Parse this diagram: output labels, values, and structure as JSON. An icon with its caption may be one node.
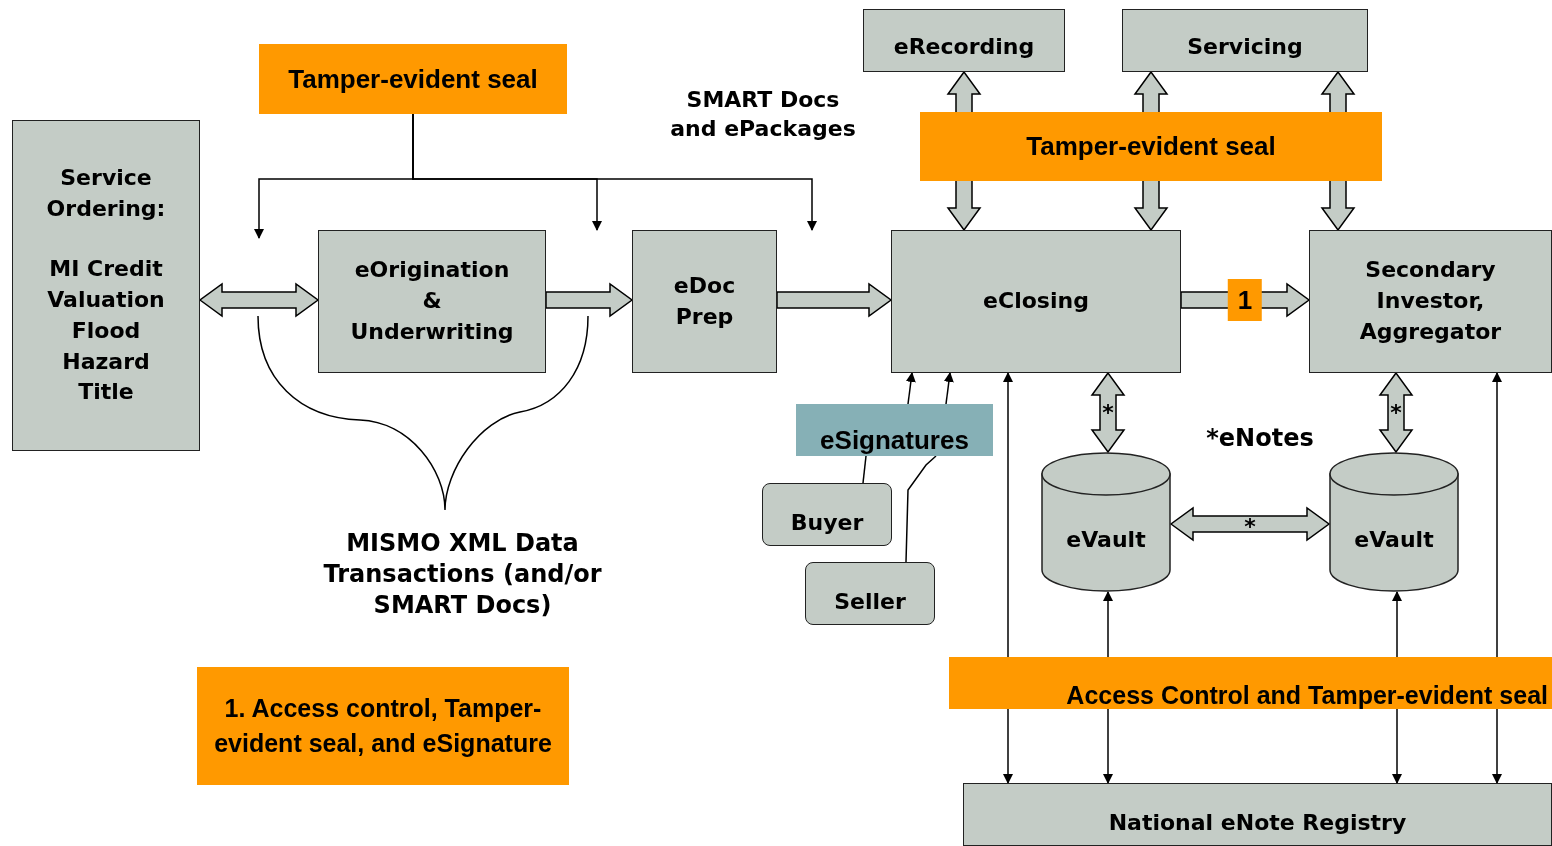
{
  "diagram": {
    "nodes": [
      {
        "text": [
          "Service Ordering:",
          "MI Credit Valuation Flood Hazard Title"
        ]
      },
      {
        "text": [
          "Tamper-evident seal"
        ]
      },
      {
        "text": [
          "eOrigination & Underwriting"
        ]
      },
      {
        "text": [
          "eDoc Prep"
        ]
      },
      {
        "text": [
          "eRecording"
        ]
      },
      {
        "text": [
          "Servicing"
        ]
      },
      {
        "text": [
          "Tamper-evident seal"
        ]
      },
      {
        "text": [
          "eClosing"
        ]
      },
      {
        "text": [
          "Secondary Investor, Aggregator"
        ]
      },
      {
        "text": [
          "eSignatures"
        ]
      },
      {
        "text": [
          "Buyer"
        ]
      },
      {
        "text": [
          "Seller"
        ]
      },
      {
        "text": [
          "eVault"
        ]
      },
      {
        "text": [
          "eVault"
        ]
      },
      {
        "text": [
          "1. Access control, Tamper-evident seal, and eSignature"
        ]
      },
      {
        "text": [
          "Access Control and Tamper-evident seal"
        ]
      },
      {
        "text": [
          "National eNote Registry"
        ]
      }
    ],
    "edges": [
      {
        "from": 0,
        "to": 2,
        "arrow": "both",
        "style": "thick"
      },
      {
        "from": 2,
        "to": 3,
        "arrow": "to",
        "style": "thick"
      },
      {
        "from": 3,
        "to": 7,
        "arrow": "to",
        "style": "thick"
      },
      {
        "from": 7,
        "to": 8,
        "arrow": "to",
        "style": "thick",
        "label": "1"
      },
      {
        "from": 1,
        "to": null,
        "arrow": "to"
      },
      {
        "from": 1,
        "to": 3,
        "arrow": "to"
      },
      {
        "from": 1,
        "to": 3,
        "arrow": "to"
      },
      {
        "from": 4,
        "to": 7,
        "arrow": "both",
        "style": "thick"
      },
      {
        "from": 5,
        "to": 7,
        "arrow": "both",
        "style": "thick"
      },
      {
        "from": 5,
        "to": 8,
        "arrow": "both",
        "style": "thick"
      },
      {
        "from": 9,
        "to": 7,
        "arrow": "to"
      },
      {
        "from": 9,
        "to": 7,
        "arrow": "to"
      },
      {
        "from": 10,
        "to": 9,
        "arrow": "none"
      },
      {
        "from": 11,
        "to": 9,
        "arrow": "none"
      },
      {
        "from": 7,
        "to": 12,
        "arrow": "both",
        "style": "thick",
        "label": "*"
      },
      {
        "from": 8,
        "to": 13,
        "arrow": "both",
        "style": "thick",
        "label": "*"
      },
      {
        "from": 12,
        "to": 13,
        "arrow": "both",
        "style": "thick",
        "label": "*"
      },
      {
        "from": 15,
        "to": 7,
        "arrow": "to"
      },
      {
        "from": 15,
        "to": 16,
        "arrow": "to"
      },
      {
        "from": 15,
        "to": 12,
        "arrow": "to"
      },
      {
        "from": 15,
        "to": 16,
        "arrow": "to"
      },
      {
        "from": 15,
        "to": 13,
        "arrow": "to"
      },
      {
        "from": 15,
        "to": 16,
        "arrow": "to"
      },
      {
        "from": 15,
        "to": 8,
        "arrow": "to"
      },
      {
        "from": 15,
        "to": 16,
        "arrow": "to"
      }
    ],
    "labels": [
      "SMART Docs and ePackages",
      "MISMO XML Data Transactions (and/or SMART Docs)",
      "*eNotes"
    ]
  }
}
